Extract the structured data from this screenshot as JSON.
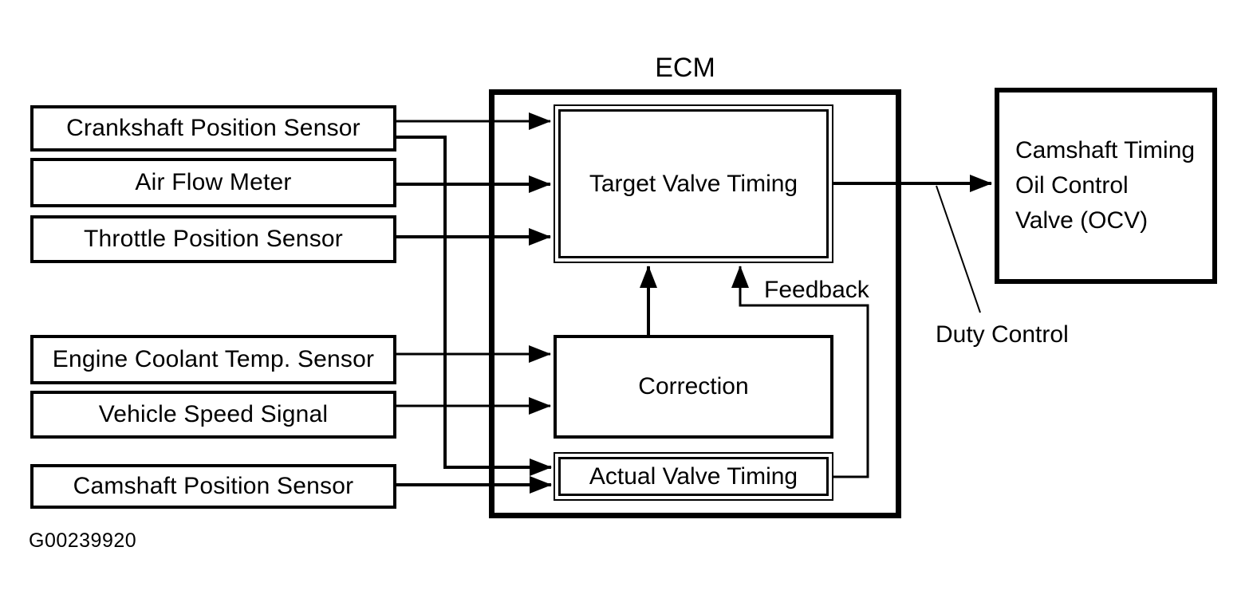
{
  "figure_code": "G00239920",
  "ecm": {
    "title": "ECM",
    "target_block": "Target Valve Timing",
    "correction_block": "Correction",
    "actual_block": "Actual Valve Timing"
  },
  "sensors": [
    "Crankshaft Position Sensor",
    "Air Flow Meter",
    "Throttle Position Sensor",
    "Engine Coolant Temp. Sensor",
    "Vehicle Speed Signal",
    "Camshaft Position Sensor"
  ],
  "actuator": {
    "line1": "Camshaft Timing",
    "line2": "Oil Control",
    "line3": "Valve (OCV)"
  },
  "annotations": {
    "feedback": "Feedback",
    "duty_control": "Duty Control"
  },
  "colors": {
    "ink": "#000000",
    "paper": "#ffffff"
  }
}
